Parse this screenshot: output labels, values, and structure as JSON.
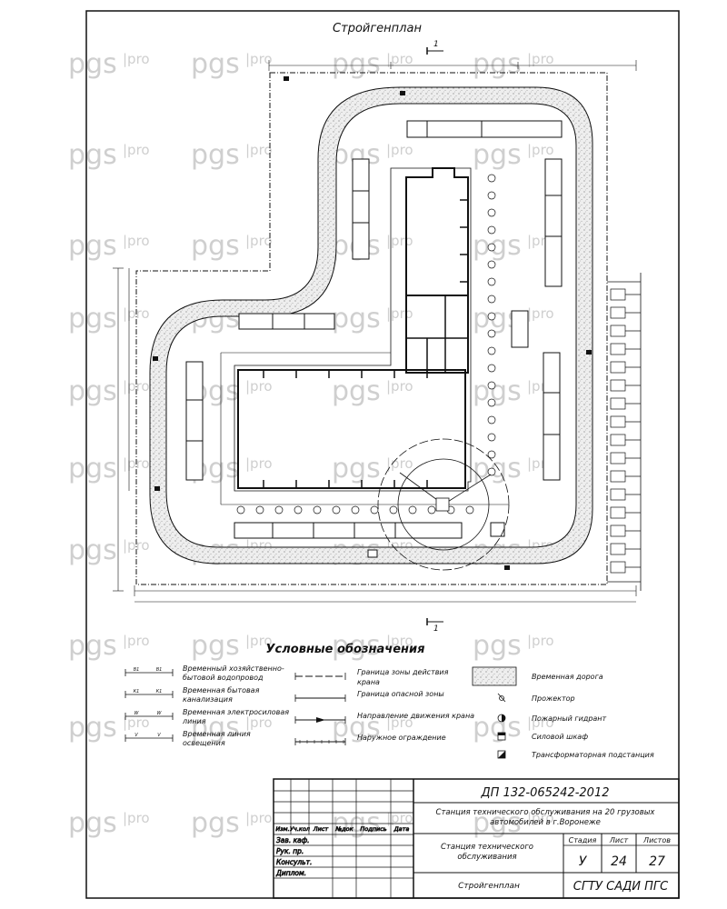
{
  "sheet_title": "Стройгенплан",
  "section_mark": "1",
  "watermark": {
    "main": "pgs",
    "sub": "pro"
  },
  "legend": {
    "title": "Условные обозначения",
    "items_left": [
      {
        "code": "В1",
        "label_1": "Временный хозяйственно-",
        "label_2": "бытовой водопровод"
      },
      {
        "code": "К1",
        "label_1": "Временная бытовая",
        "label_2": "канализация"
      },
      {
        "code": "W",
        "label_1": "Временная электросиловая",
        "label_2": "линия"
      },
      {
        "code": "V",
        "label_1": "Временная линия",
        "label_2": "освещения"
      }
    ],
    "items_middle": [
      {
        "label_1": "Граница зоны действия",
        "label_2": "крана"
      },
      {
        "label_1": "Граница опасной зоны",
        "label_2": ""
      },
      {
        "label_1": "Направление движения крана",
        "label_2": ""
      },
      {
        "label_1": "Наружное ограждение",
        "label_2": ""
      }
    ],
    "items_right": [
      {
        "icon": "road-icon",
        "label": "Временная дорога"
      },
      {
        "icon": "floodlight-icon",
        "label": "Прожектор"
      },
      {
        "icon": "fire-hydrant-icon",
        "label": "Пожарный гидрант"
      },
      {
        "icon": "switch-cabinet-icon",
        "label": "Силовой шкаф"
      },
      {
        "icon": "transformer-icon",
        "label": "Трансформаторная подстанция"
      }
    ]
  },
  "title_block": {
    "doc_code": "ДП 132-065242-2012",
    "project_1": "Станция технического обслуживания на 20 грузовых",
    "project_2": "автомобилей в г.Воронеже",
    "cols": [
      "Изм.",
      "Уч.кол",
      "Лист",
      "№док",
      "Подпись",
      "Дата"
    ],
    "roles": [
      "Зав. каф.",
      "Рук. пр.",
      "Консульт.",
      "Диплом."
    ],
    "object_1": "Станция технического",
    "object_2": "обслуживания",
    "stage_label": "Стадия",
    "sheet_label": "Лист",
    "sheets_label": "Листов",
    "stage": "У",
    "sheet": "24",
    "sheets": "27",
    "drawing_name": "Стройгенплан",
    "org": "СГТУ САДИ ПГС"
  }
}
